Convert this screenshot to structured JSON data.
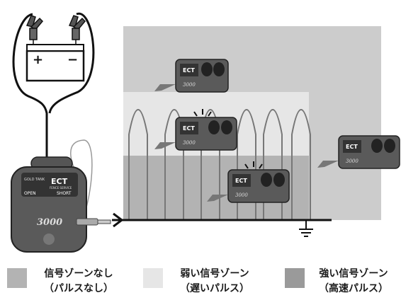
{
  "battery": {
    "plus": "+",
    "minus": "−"
  },
  "tester": {
    "brand": "GOLD TANK",
    "model": "ECT",
    "subtitle": "FENCE SERVICE",
    "open_label": "OPEN",
    "short_label": "SHORT",
    "number": "3000"
  },
  "sensors": [
    {
      "model": "ECT",
      "number": "3000"
    },
    {
      "model": "ECT",
      "number": "3000"
    },
    {
      "model": "ECT",
      "number": "3000"
    },
    {
      "model": "ECT",
      "number": "3000"
    }
  ],
  "legend": [
    {
      "line1": "信号ゾーンなし",
      "line2": "（パルスなし）",
      "color": "#b3b3b3"
    },
    {
      "line1": "弱い信号ゾーン",
      "line2": "（遅いパルス）",
      "color": "#e6e6e6"
    },
    {
      "line1": "強い信号ゾーン",
      "line2": "（高速パルス）",
      "color": "#9a9a9a"
    }
  ],
  "colors": {
    "outer_zone": "#cccccc",
    "weak_zone": "#e6e6e6",
    "strong_zone": "#b3b3b3",
    "device_body": "#5a5a5a",
    "line": "#111111"
  }
}
